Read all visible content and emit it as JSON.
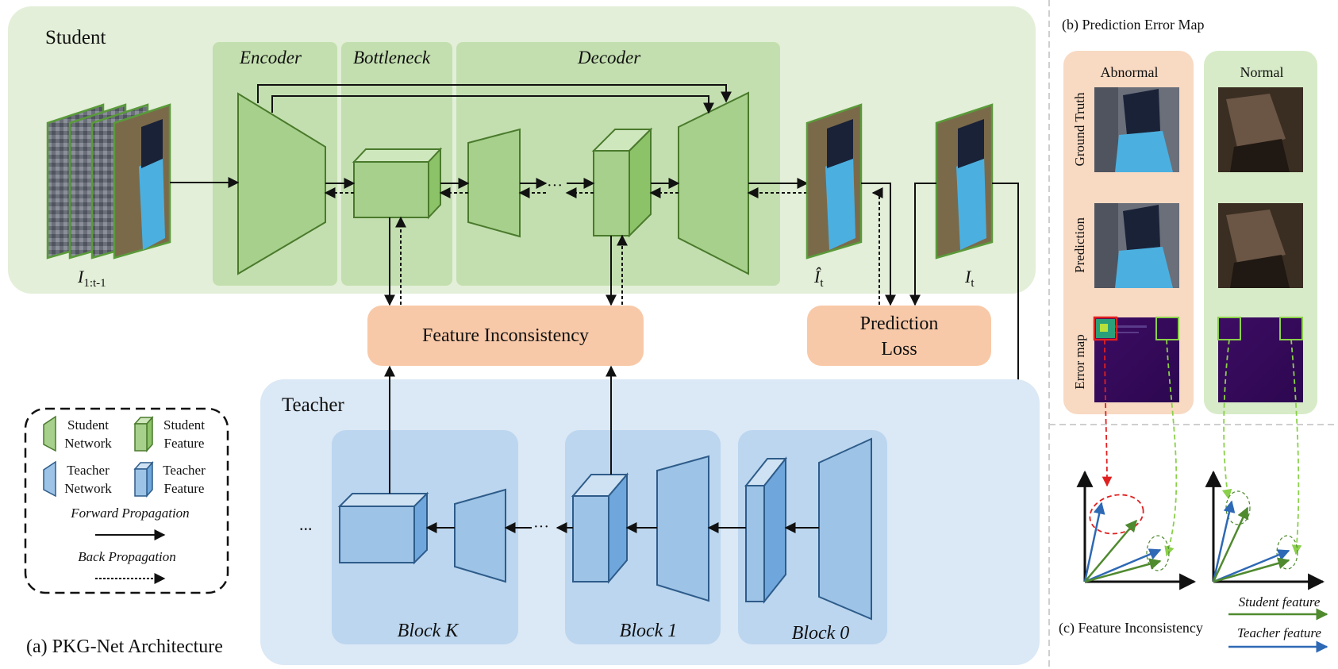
{
  "labels": {
    "student": "Student",
    "teacher": "Teacher",
    "encoder": "Encoder",
    "bottleneck": "Bottleneck",
    "decoder": "Decoder",
    "input_main": "I",
    "input_sub": "1:t-1",
    "pred_main": "Î",
    "pred_sub": "t",
    "gt_main": "I",
    "gt_sub": "t",
    "feature_inconsistency": "Feature Inconsistency",
    "prediction_loss_line1": "Prediction",
    "prediction_loss_line2": "Loss",
    "block_k": "Block K",
    "block_1": "Block 1",
    "block_0": "Block 0",
    "ellipsis": "...",
    "ellipsis_dots": "···",
    "caption_a": "(a) PKG-Net Architecture",
    "caption_b": "(b) Prediction Error Map",
    "caption_c": "(c) Feature Inconsistency",
    "abnormal": "Abnormal",
    "normal": "Normal",
    "row_gt": "Ground Truth",
    "row_pred": "Prediction",
    "row_err": "Error map",
    "student_feature": "Student feature",
    "teacher_feature": "Teacher feature"
  },
  "legend": {
    "student_network_1": "Student",
    "student_network_2": "Network",
    "student_feature_1": "Student",
    "student_feature_2": "Feature",
    "teacher_network_1": "Teacher",
    "teacher_network_2": "Network",
    "teacher_feature_1": "Teacher",
    "teacher_feature_2": "Feature",
    "forward": "Forward Propagation",
    "back": "Back Propagation"
  },
  "colors": {
    "student_bg": "#e3efd8",
    "student_module": "#c3dfaf",
    "student_shape": "#a6d08c",
    "student_dark": "#4a7a2c",
    "teacher_bg": "#dbe8f5",
    "teacher_block": "#bcd6ef",
    "teacher_shape": "#9dc3e6",
    "teacher_dark": "#2e5c8a",
    "orange": "#f8c9a8",
    "error_map": "#3a0a5e",
    "red": "#e02020",
    "green_arrow": "#4f8a2f",
    "light_green_arrow": "#8ad04a",
    "blue_arrow": "#2e69b5"
  }
}
